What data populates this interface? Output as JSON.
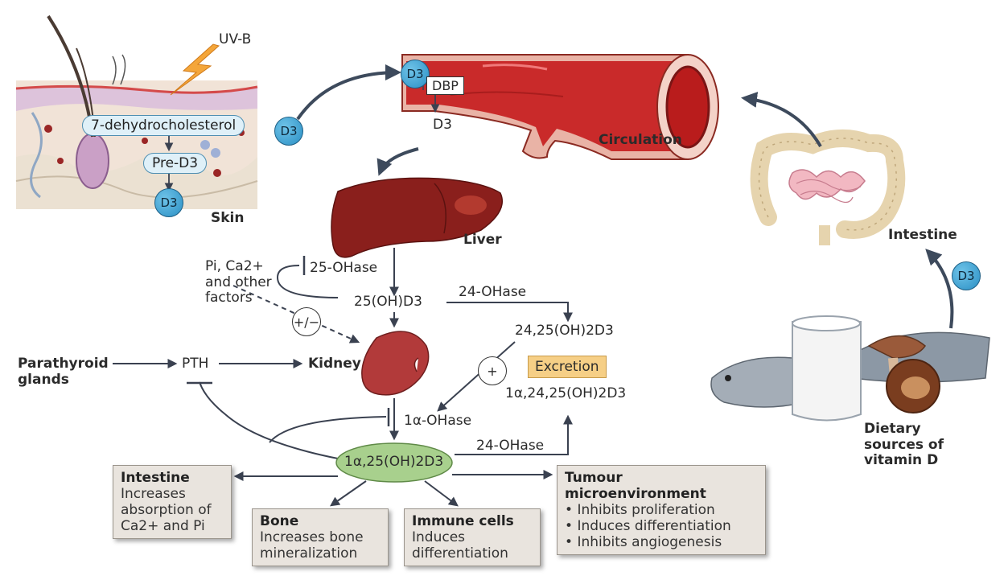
{
  "labels": {
    "uvb": "UV-B",
    "seven_dhc": "7-dehydrocholesterol",
    "pre_d3": "Pre-D3",
    "skin": "Skin",
    "d3": "D3",
    "dbp": "DBP",
    "circulation": "Circulation",
    "liver": "Liver",
    "intestine": "Intestine",
    "dietary_sources": "Dietary sources of vitamin D",
    "factors": "Pi, Ca2+ and other factors",
    "hydroxylase_25": "25-OHase",
    "calcidiol": "25(OH)D3",
    "hydroxylase_24_top": "24-OHase",
    "metabolite_24_25": "24,25(OH)2D3",
    "feedback_sign": "+/−",
    "plus_sign": "+",
    "excretion": "Excretion",
    "metabolite_1_24_25": "1α,24,25(OH)2D3",
    "parathyroid": "Parathyroid glands",
    "pth": "PTH",
    "kidney": "Kidney",
    "hydroxylase_1a": "1α-OHase",
    "hydroxylase_24_bottom": "24-OHase",
    "calcitriol": "1α,25(OH)2D3"
  },
  "effects": {
    "intestine": {
      "title": "Intestine",
      "text": "Increases absorption of Ca2+ and Pi"
    },
    "bone": {
      "title": "Bone",
      "text": "Increases bone mineralization"
    },
    "immune": {
      "title": "Immune cells",
      "text": "Induces differentiation"
    },
    "tumour": {
      "title": "Tumour microenvironment",
      "items": [
        "Inhibits proliferation",
        "Induces differentiation",
        "Inhibits angiogenesis"
      ]
    }
  }
}
